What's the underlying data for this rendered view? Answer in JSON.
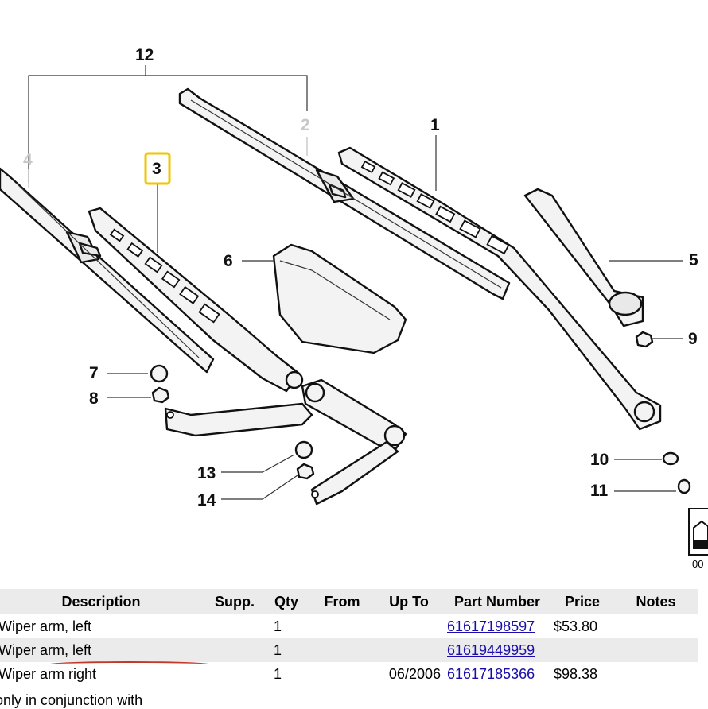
{
  "diagram": {
    "callouts": {
      "c1": "1",
      "c2": "2",
      "c3": "3",
      "c4": "4",
      "c5": "5",
      "c6": "6",
      "c7": "7",
      "c8": "8",
      "c9": "9",
      "c10": "10",
      "c11": "11",
      "c12": "12",
      "c13": "13",
      "c14": "14"
    },
    "footer_code": "00",
    "highlight_color": "#f2c500",
    "highlighted_callout": "3"
  },
  "table": {
    "headers": {
      "description": "Description",
      "supp": "Supp.",
      "qty": "Qty",
      "from": "From",
      "up_to": "Up To",
      "part_number": "Part Number",
      "price": "Price",
      "notes": "Notes"
    },
    "rows": [
      {
        "description": "Wiper arm, left",
        "supp": "",
        "qty": "1",
        "from": "",
        "up_to": "",
        "part_number": "61617198597",
        "price": "$53.80",
        "notes": ""
      },
      {
        "description": "Wiper arm, left",
        "supp": "",
        "qty": "1",
        "from": "",
        "up_to": "",
        "part_number": "61619449959",
        "price": "",
        "notes": ""
      },
      {
        "description": "Wiper arm right",
        "supp": "",
        "qty": "1",
        "from": "",
        "up_to": "06/2006",
        "part_number": "61617185366",
        "price": "$98.38",
        "notes": ""
      }
    ],
    "note": "only in conjunction with",
    "link_color": "#1a0dab"
  }
}
